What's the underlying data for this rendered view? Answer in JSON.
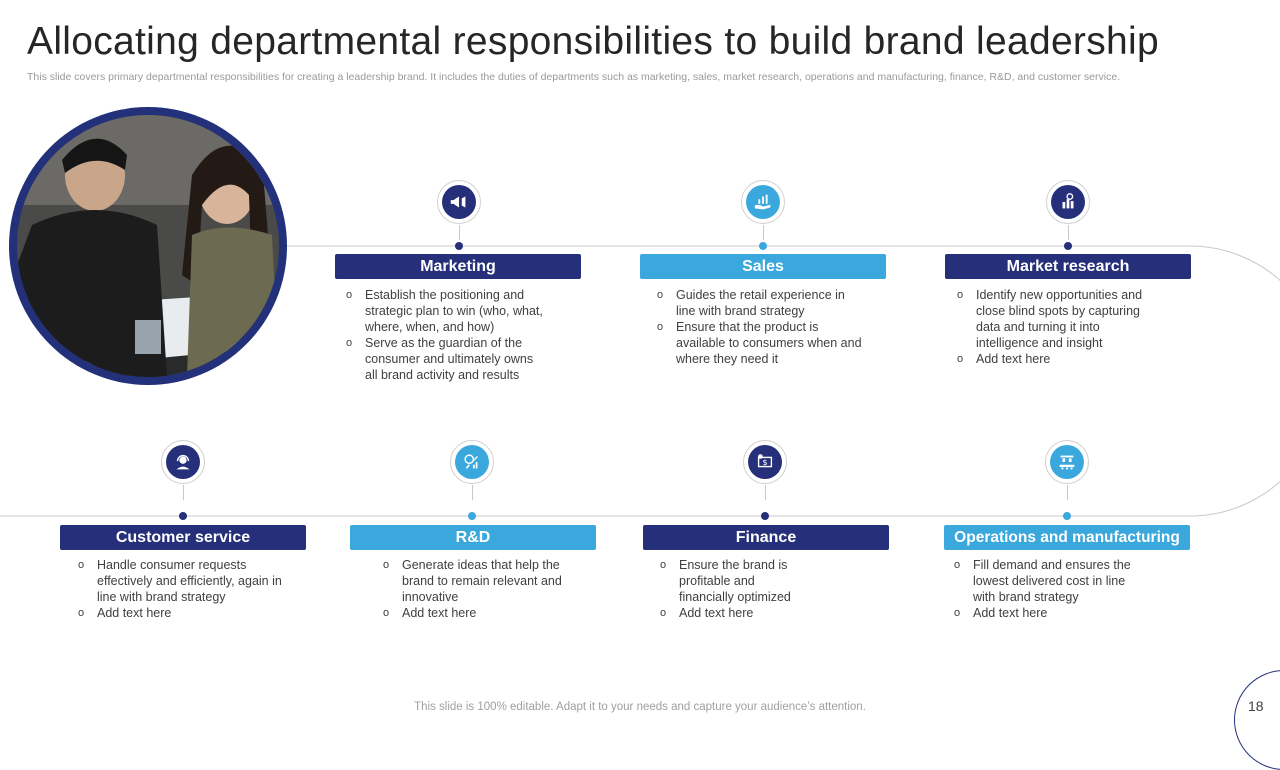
{
  "title": "Allocating departmental responsibilities to build brand leadership",
  "subtitle": "This slide covers primary departmental responsibilities for creating a leadership brand. It includes the duties of departments such as marketing, sales, market research, operations and manufacturing, finance, R&D, and customer service.",
  "colors": {
    "navy": "#252f7a",
    "sky": "#3aa8dc"
  },
  "departments": [
    {
      "name": "Marketing",
      "icon": "megaphone-icon",
      "color": "navy",
      "bullets": [
        "Establish the positioning and strategic plan to win (who, what, where, when, and how)",
        "Serve as the guardian of the consumer and ultimately owns all brand activity and results"
      ]
    },
    {
      "name": "Sales",
      "icon": "sales-growth-icon",
      "color": "sky",
      "bullets": [
        "Guides the retail experience in line with brand strategy",
        "Ensure that the product is available to consumers when and where they need it"
      ]
    },
    {
      "name": "Market research",
      "icon": "research-chart-icon",
      "color": "navy",
      "bullets": [
        "Identify new opportunities and close blind spots by capturing data and turning it into intelligence and insight",
        "Add text here"
      ]
    },
    {
      "name": "Customer service",
      "icon": "headset-agent-icon",
      "color": "navy",
      "bullets": [
        "Handle consumer requests effectively and efficiently, again in line with brand strategy",
        "Add text here"
      ]
    },
    {
      "name": "R&D",
      "icon": "magnifier-growth-icon",
      "color": "sky",
      "bullets": [
        "Generate ideas that help the brand to remain relevant and innovative",
        "Add text here"
      ]
    },
    {
      "name": "Finance",
      "icon": "finance-dollar-icon",
      "color": "navy",
      "bullets": [
        "Ensure the brand is profitable and financially optimized",
        "Add text here"
      ]
    },
    {
      "name": "Operations and manufacturing",
      "icon": "factory-conveyor-icon",
      "color": "sky",
      "bullets": [
        "Fill demand and ensures the lowest delivered cost in line with brand strategy",
        "Add text here"
      ]
    }
  ],
  "footer": "This slide is 100% editable. Adapt it to your needs and capture your audience’s attention.",
  "page_number": "18"
}
